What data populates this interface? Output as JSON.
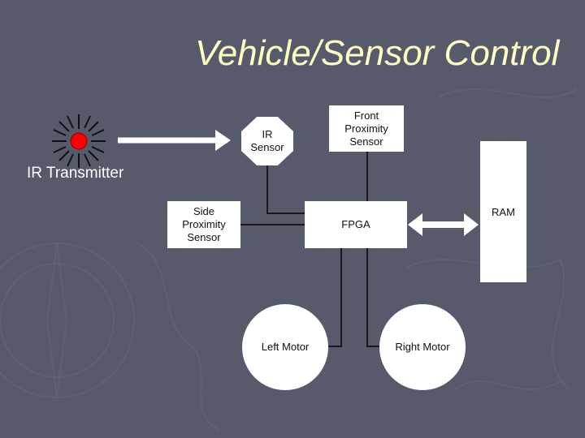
{
  "slide": {
    "title": "Vehicle/Sensor Control",
    "ir_transmitter_label": "IR Transmitter",
    "accent_colors": {
      "background": "#565a6b",
      "title_text": "#ffffc2",
      "led": "#ff0000",
      "boxes": "#ffffff",
      "connectors": "#1a1a1a"
    }
  },
  "diagram": {
    "nodes": {
      "ir_sensor": "IR\nSensor",
      "front_proximity_sensor": "Front\nProximity\nSensor",
      "side_proximity_sensor": "Side\nProximity\nSensor",
      "fpga": "FPGA",
      "ram": "RAM",
      "left_motor": "Left Motor",
      "right_motor": "Right Motor"
    },
    "edges": [
      {
        "from": "ir_transmitter_label",
        "to": "ir_sensor",
        "type": "arrow"
      },
      {
        "from": "ir_sensor",
        "to": "fpga",
        "type": "line"
      },
      {
        "from": "front_proximity_sensor",
        "to": "fpga",
        "type": "line"
      },
      {
        "from": "side_proximity_sensor",
        "to": "fpga",
        "type": "line"
      },
      {
        "from": "fpga",
        "to": "ram",
        "type": "double-arrow"
      },
      {
        "from": "fpga",
        "to": "left_motor",
        "type": "line"
      },
      {
        "from": "fpga",
        "to": "right_motor",
        "type": "line"
      }
    ]
  }
}
